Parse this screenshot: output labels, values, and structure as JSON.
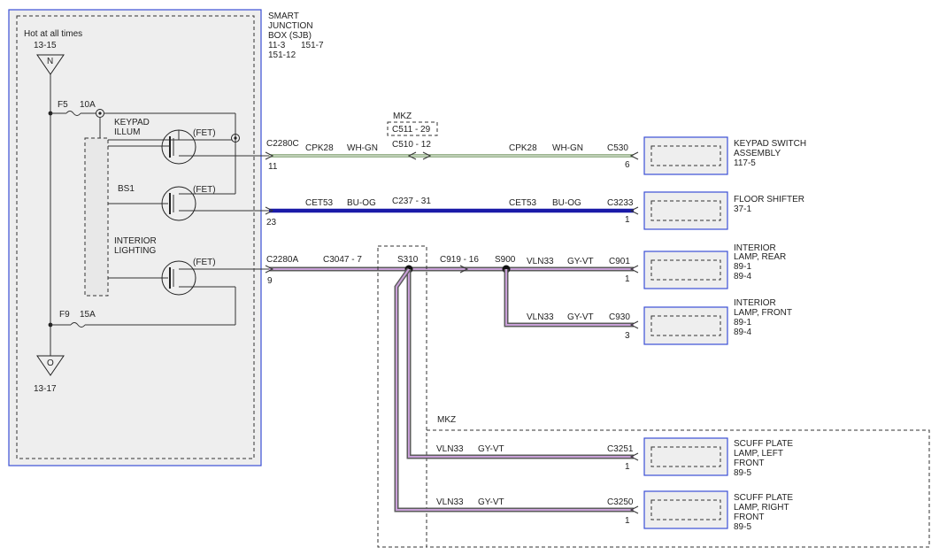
{
  "sjb": {
    "title_lines": [
      "SMART",
      "JUNCTION",
      "BOX (SJB)"
    ],
    "refs": [
      "11-3",
      "151-7",
      "151-12"
    ],
    "hot_label": "Hot at all times",
    "ref_top": "13-15",
    "node_top": "N",
    "fuse_f5": "F5",
    "fuse_f5_rating": "10A",
    "keypad_label": [
      "KEYPAD",
      "ILLUM"
    ],
    "bs1": "BS1",
    "interior_label": [
      "INTERIOR",
      "LIGHTING"
    ],
    "fet": "(FET)",
    "fuse_f9": "F9",
    "fuse_f9_rating": "15A",
    "node_bottom": "O",
    "ref_bottom": "13-17"
  },
  "connectors": {
    "c2280c": "C2280C",
    "c2280c_pin": "11",
    "pin23": "23",
    "c2280a": "C2280A",
    "c2280a_pin": "9",
    "mkz_top": "MKZ",
    "c511": "C511 - 29",
    "c510": "C510 - 12",
    "c237": "C237 - 31",
    "c3047": "C3047 - 7",
    "s310": "S310",
    "c919": "C919 - 16",
    "s900": "S900",
    "c530": "C530",
    "c530_pin": "6",
    "c3233": "C3233",
    "c3233_pin": "1",
    "c901": "C901",
    "c901_pin": "1",
    "c930": "C930",
    "c930_pin": "3",
    "c3251": "C3251",
    "c3251_pin": "1",
    "c3250": "C3250",
    "c3250_pin": "1",
    "mkz_bottom": "MKZ"
  },
  "wires": {
    "cpk28": "CPK28",
    "wh_gn": "WH-GN",
    "cet53": "CET53",
    "bu_og": "BU-OG",
    "vln33": "VLN33",
    "gy_vt": "GY-VT"
  },
  "components": {
    "keypad_switch": [
      "KEYPAD SWITCH",
      "ASSEMBLY",
      "117-5"
    ],
    "floor_shifter": [
      "FLOOR SHIFTER",
      "37-1"
    ],
    "lamp_rear": [
      "INTERIOR",
      "LAMP, REAR",
      "89-1",
      "89-4"
    ],
    "lamp_front": [
      "INTERIOR",
      "LAMP, FRONT",
      "89-1",
      "89-4"
    ],
    "scuff_left": [
      "SCUFF PLATE",
      "LAMP, LEFT",
      "FRONT",
      "89-5"
    ],
    "scuff_right": [
      "SCUFF PLATE",
      "LAMP, RIGHT",
      "FRONT",
      "89-5"
    ]
  },
  "colors": {
    "frame_blue": "#3b4fd6",
    "wire_blue": "#1a1aa8",
    "wire_green": "#7a9c6a",
    "wire_violet": "#c9a0d8"
  }
}
